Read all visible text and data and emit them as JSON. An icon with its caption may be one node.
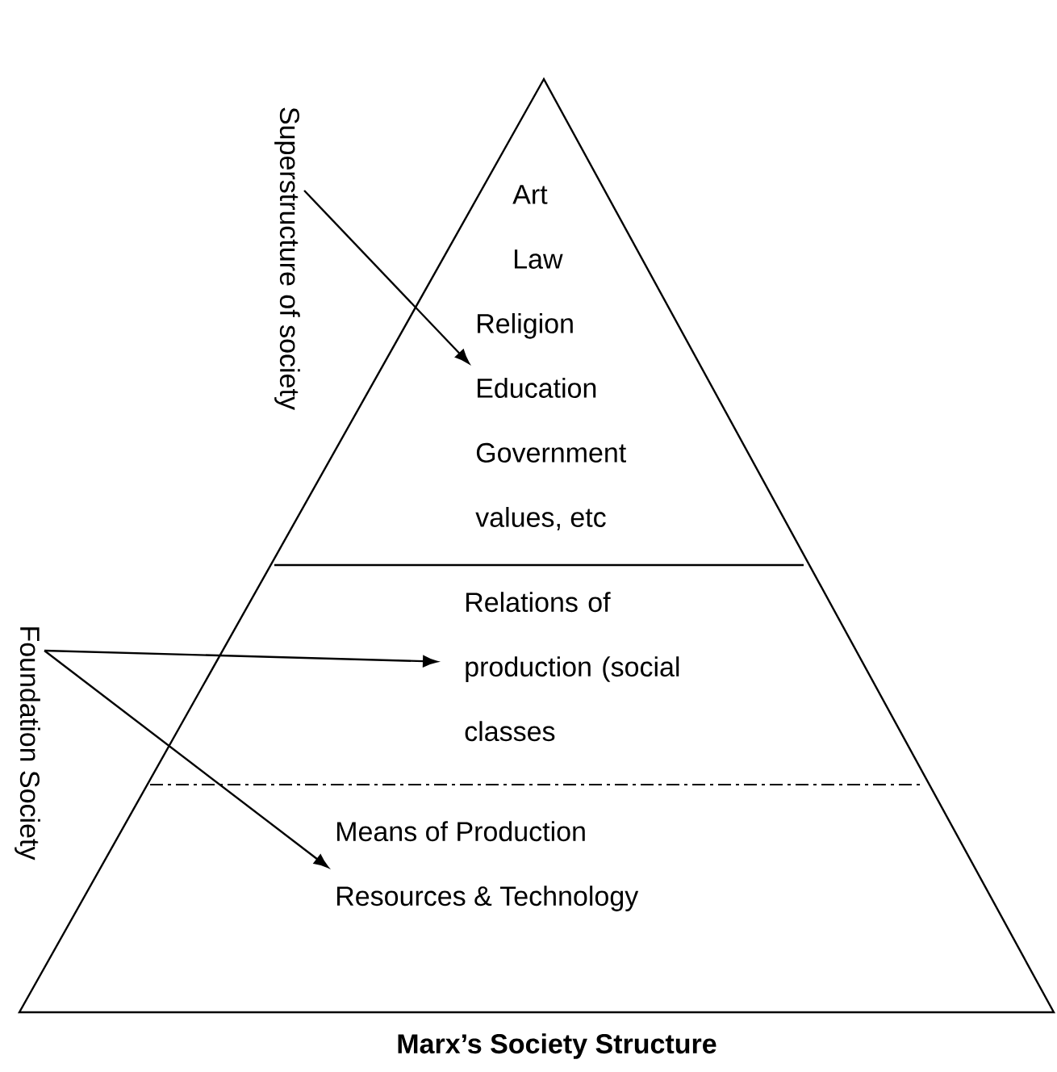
{
  "diagram": {
    "caption": "Marx’s Society Structure",
    "nodes": [
      {
        "text": [
          "Superstructure of society"
        ]
      },
      {
        "text": [
          "Art",
          "Law",
          "Religion",
          "Education",
          "Government",
          "values, etc"
        ]
      },
      {
        "text": [
          "Relations of production (social classes"
        ]
      },
      {
        "text": [
          "Foundation Society"
        ]
      },
      {
        "text": [
          "Means of Production",
          "Resources & Technology"
        ]
      }
    ],
    "edges": [
      {
        "from": 0,
        "to": 1,
        "arrow": "to"
      },
      {
        "from": 3,
        "to": 2,
        "arrow": "to"
      },
      {
        "from": 3,
        "to": 4,
        "arrow": "to"
      }
    ]
  }
}
